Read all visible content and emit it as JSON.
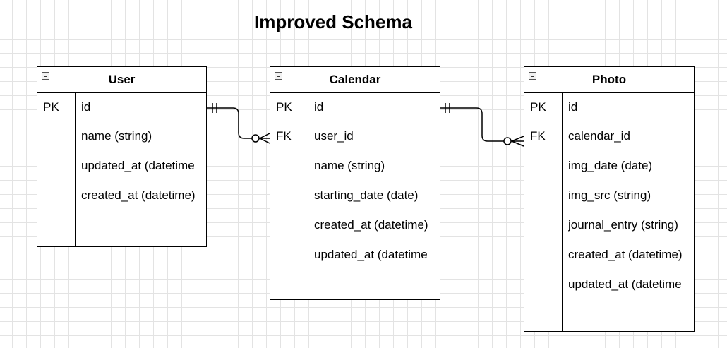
{
  "title": "Improved Schema",
  "entities": {
    "user": {
      "name": "User",
      "pk_label": "PK",
      "pk_field": "id",
      "attributes": [
        "name (string)",
        "updated_at (datetime",
        "created_at (datetime)"
      ]
    },
    "calendar": {
      "name": "Calendar",
      "pk_label": "PK",
      "pk_field": "id",
      "fk_label": "FK",
      "attributes": [
        "user_id",
        "name (string)",
        "starting_date (date)",
        "created_at (datetime)",
        "updated_at (datetime"
      ]
    },
    "photo": {
      "name": "Photo",
      "pk_label": "PK",
      "pk_field": "id",
      "fk_label": "FK",
      "attributes": [
        "calendar_id",
        "img_date (date)",
        "img_src (string)",
        "journal_entry (string)",
        "created_at (datetime)",
        "updated_at (datetime"
      ]
    }
  },
  "relationships": [
    {
      "from": "User",
      "to": "Calendar",
      "from_cardinality": "exactly-one",
      "to_cardinality": "zero-or-many"
    },
    {
      "from": "Calendar",
      "to": "Photo",
      "from_cardinality": "exactly-one",
      "to_cardinality": "zero-or-many"
    }
  ]
}
